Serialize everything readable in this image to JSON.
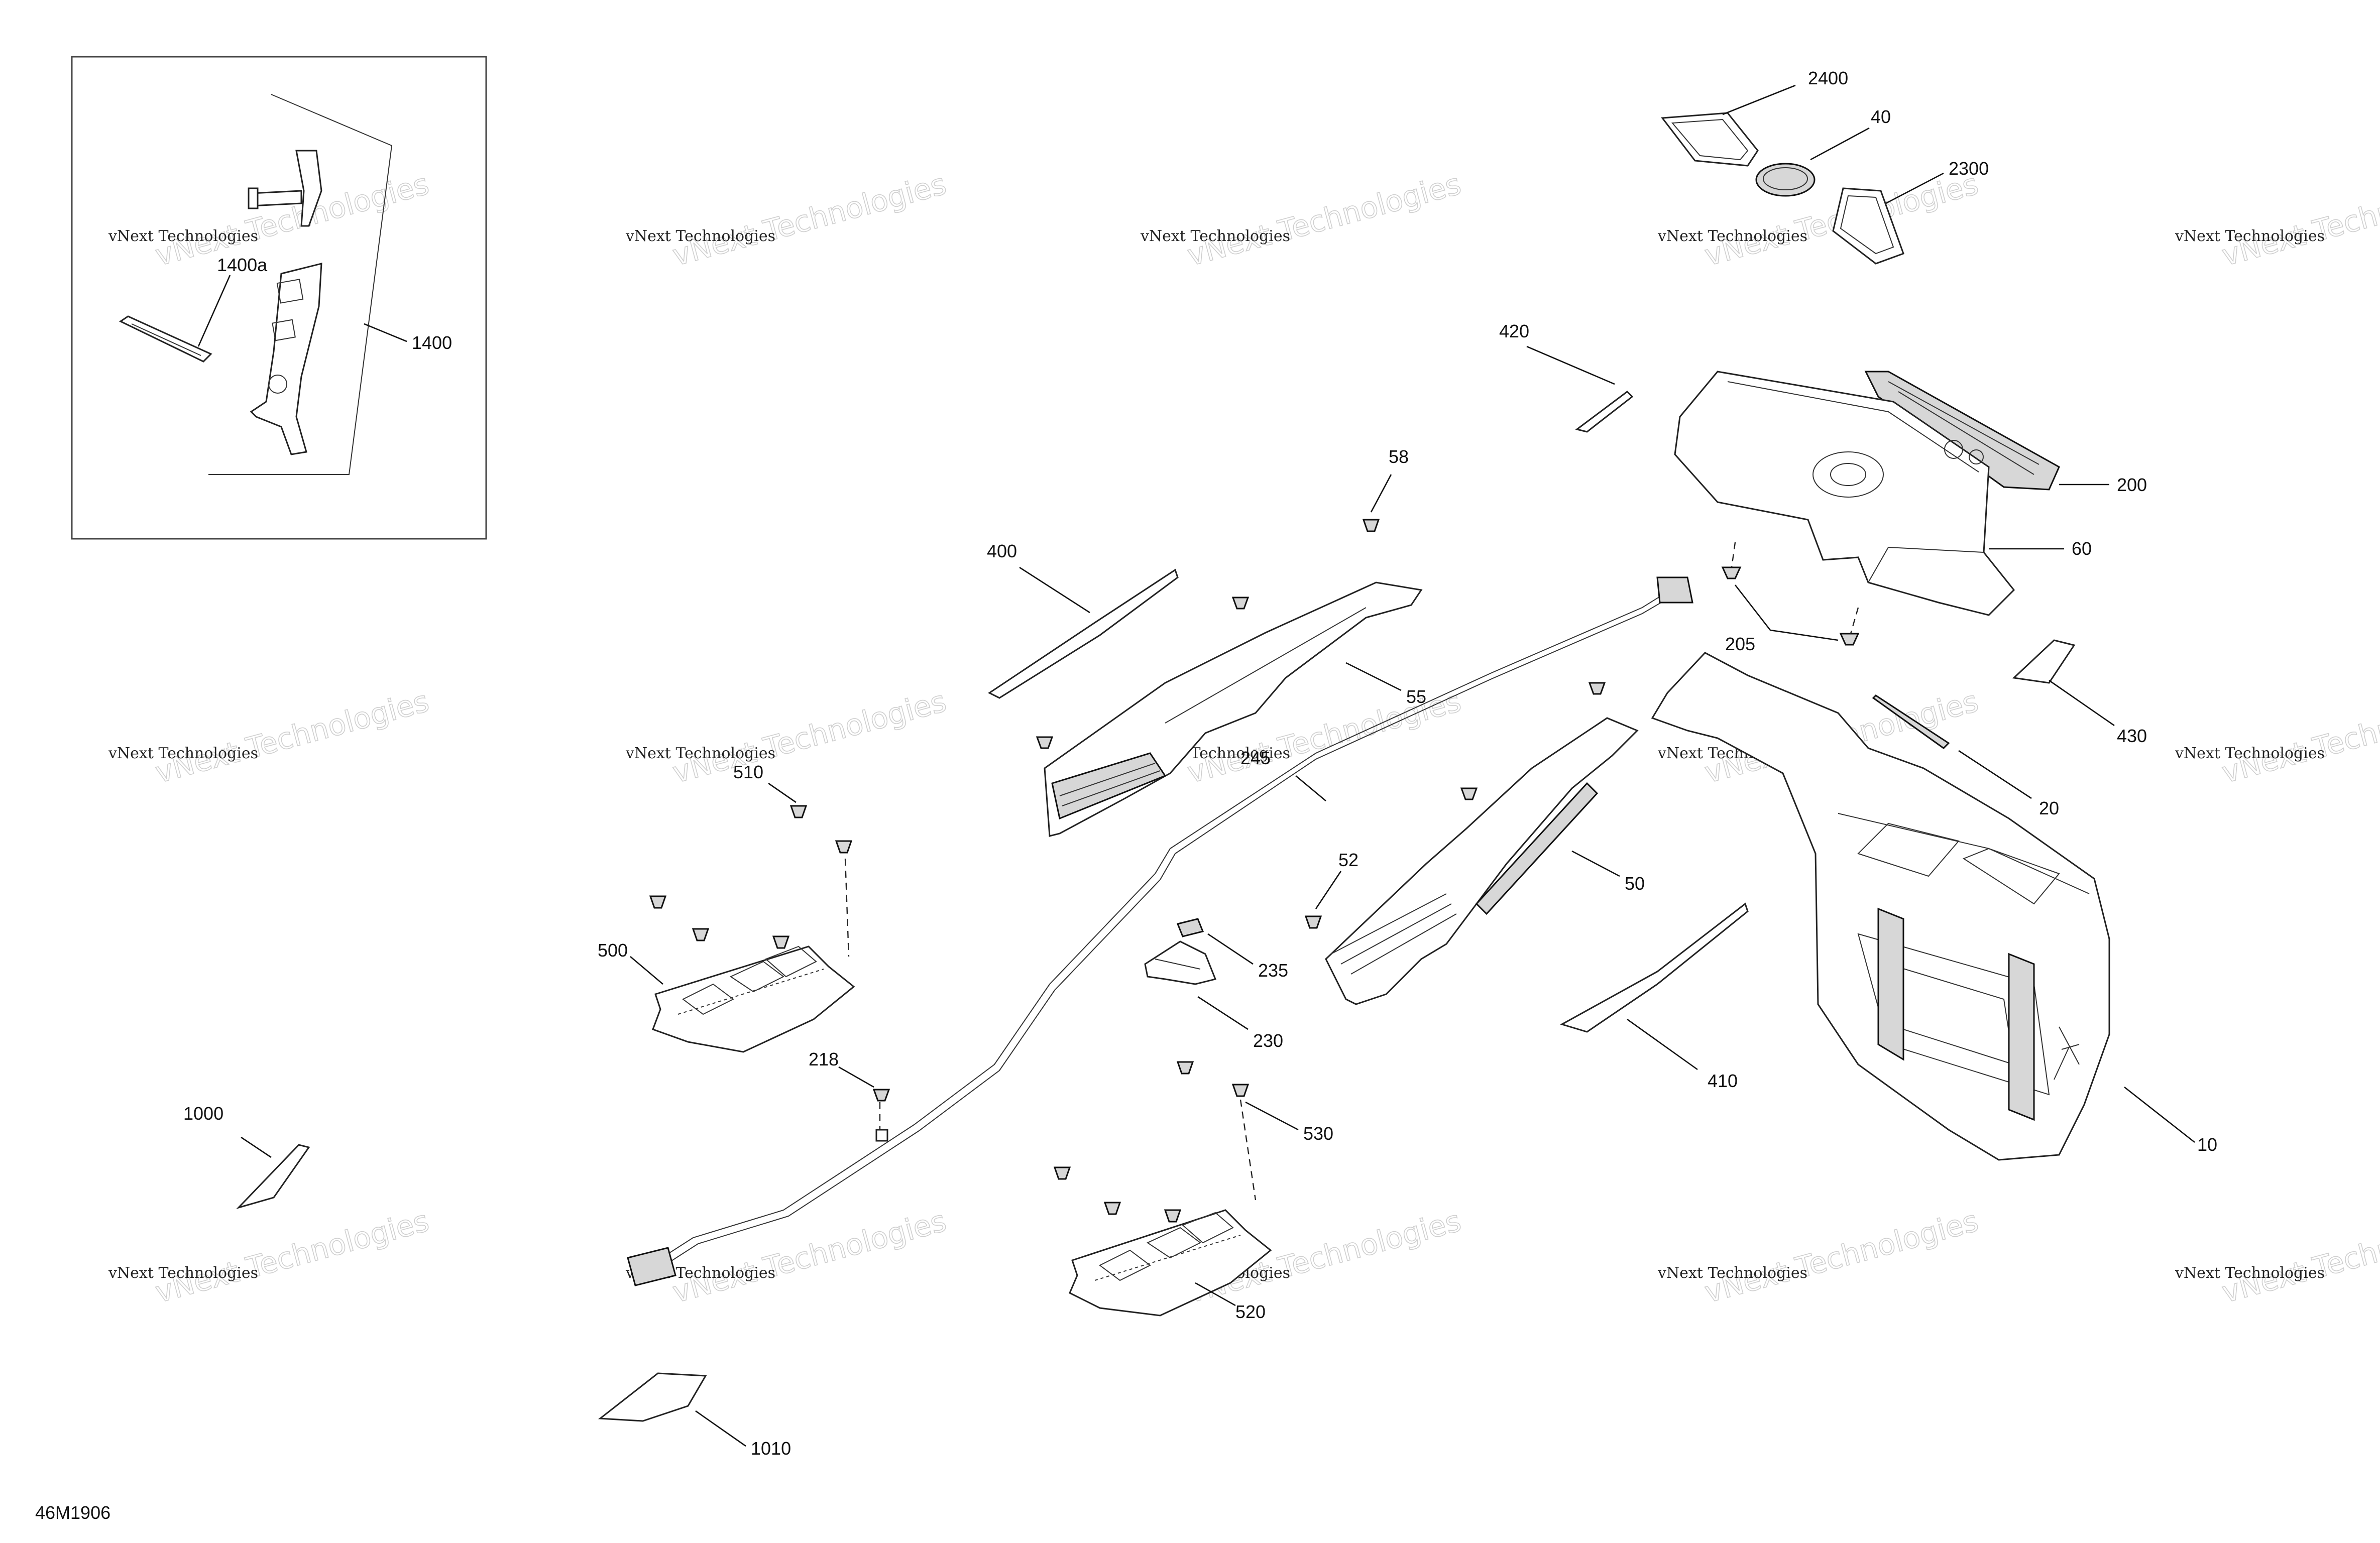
{
  "diagram_code": "46M1906",
  "watermark": {
    "line1": "vNext Technologies",
    "line2": "vNext Technologies"
  },
  "callouts": {
    "c1400": "1400",
    "c1400a": "1400a",
    "c2400": "2400",
    "c40": "40",
    "c2300": "2300",
    "c420": "420",
    "c200": "200",
    "c60": "60",
    "c205": "205",
    "c430": "430",
    "c20": "20",
    "c10": "10",
    "c410": "410",
    "c58": "58",
    "c400": "400",
    "c55": "55",
    "c245": "245",
    "c52": "52",
    "c50": "50",
    "c235": "235",
    "c230": "230",
    "c510": "510",
    "c500": "500",
    "c218": "218",
    "c530": "530",
    "c520": "520",
    "c1000": "1000",
    "c1010": "1010"
  }
}
